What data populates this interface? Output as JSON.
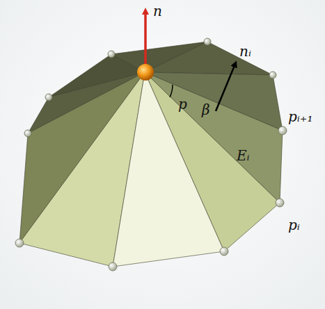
{
  "diagram": {
    "labels": [
      "n",
      "nᵢ",
      "p",
      "β",
      "pᵢ₊₁",
      "Eᵢ",
      "pᵢ"
    ]
  }
}
